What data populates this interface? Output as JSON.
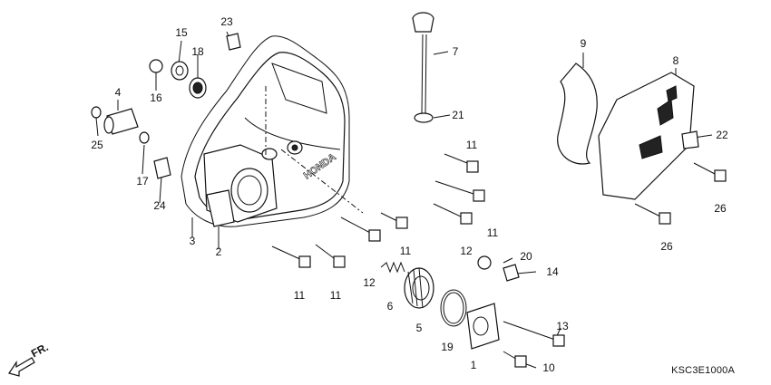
{
  "diagram": {
    "callouts": [
      {
        "id": "p23",
        "text": "23"
      },
      {
        "id": "p15",
        "text": "15"
      },
      {
        "id": "p18",
        "text": "18"
      },
      {
        "id": "p16",
        "text": "16"
      },
      {
        "id": "p4",
        "text": "4"
      },
      {
        "id": "p25",
        "text": "25"
      },
      {
        "id": "p17",
        "text": "17"
      },
      {
        "id": "p24",
        "text": "24"
      },
      {
        "id": "p3",
        "text": "3"
      },
      {
        "id": "p2",
        "text": "2"
      },
      {
        "id": "p7",
        "text": "7"
      },
      {
        "id": "p21",
        "text": "21"
      },
      {
        "id": "p9",
        "text": "9"
      },
      {
        "id": "p8",
        "text": "8"
      },
      {
        "id": "p22",
        "text": "22"
      },
      {
        "id": "p26a",
        "text": "26"
      },
      {
        "id": "p26b",
        "text": "26"
      },
      {
        "id": "p11a",
        "text": "11"
      },
      {
        "id": "p11b",
        "text": "11"
      },
      {
        "id": "p11c",
        "text": "11"
      },
      {
        "id": "p11d",
        "text": "11"
      },
      {
        "id": "p11e",
        "text": "11"
      },
      {
        "id": "p12a",
        "text": "12"
      },
      {
        "id": "p12b",
        "text": "12"
      },
      {
        "id": "p20",
        "text": "20"
      },
      {
        "id": "p14",
        "text": "14"
      },
      {
        "id": "p6",
        "text": "6"
      },
      {
        "id": "p5",
        "text": "5"
      },
      {
        "id": "p19",
        "text": "19"
      },
      {
        "id": "p1",
        "text": "1"
      },
      {
        "id": "p13",
        "text": "13"
      },
      {
        "id": "p10",
        "text": "10"
      }
    ],
    "direction_label": "FR.",
    "diagram_code": "KSC3E1000A",
    "cover_logo": "HONDA"
  }
}
